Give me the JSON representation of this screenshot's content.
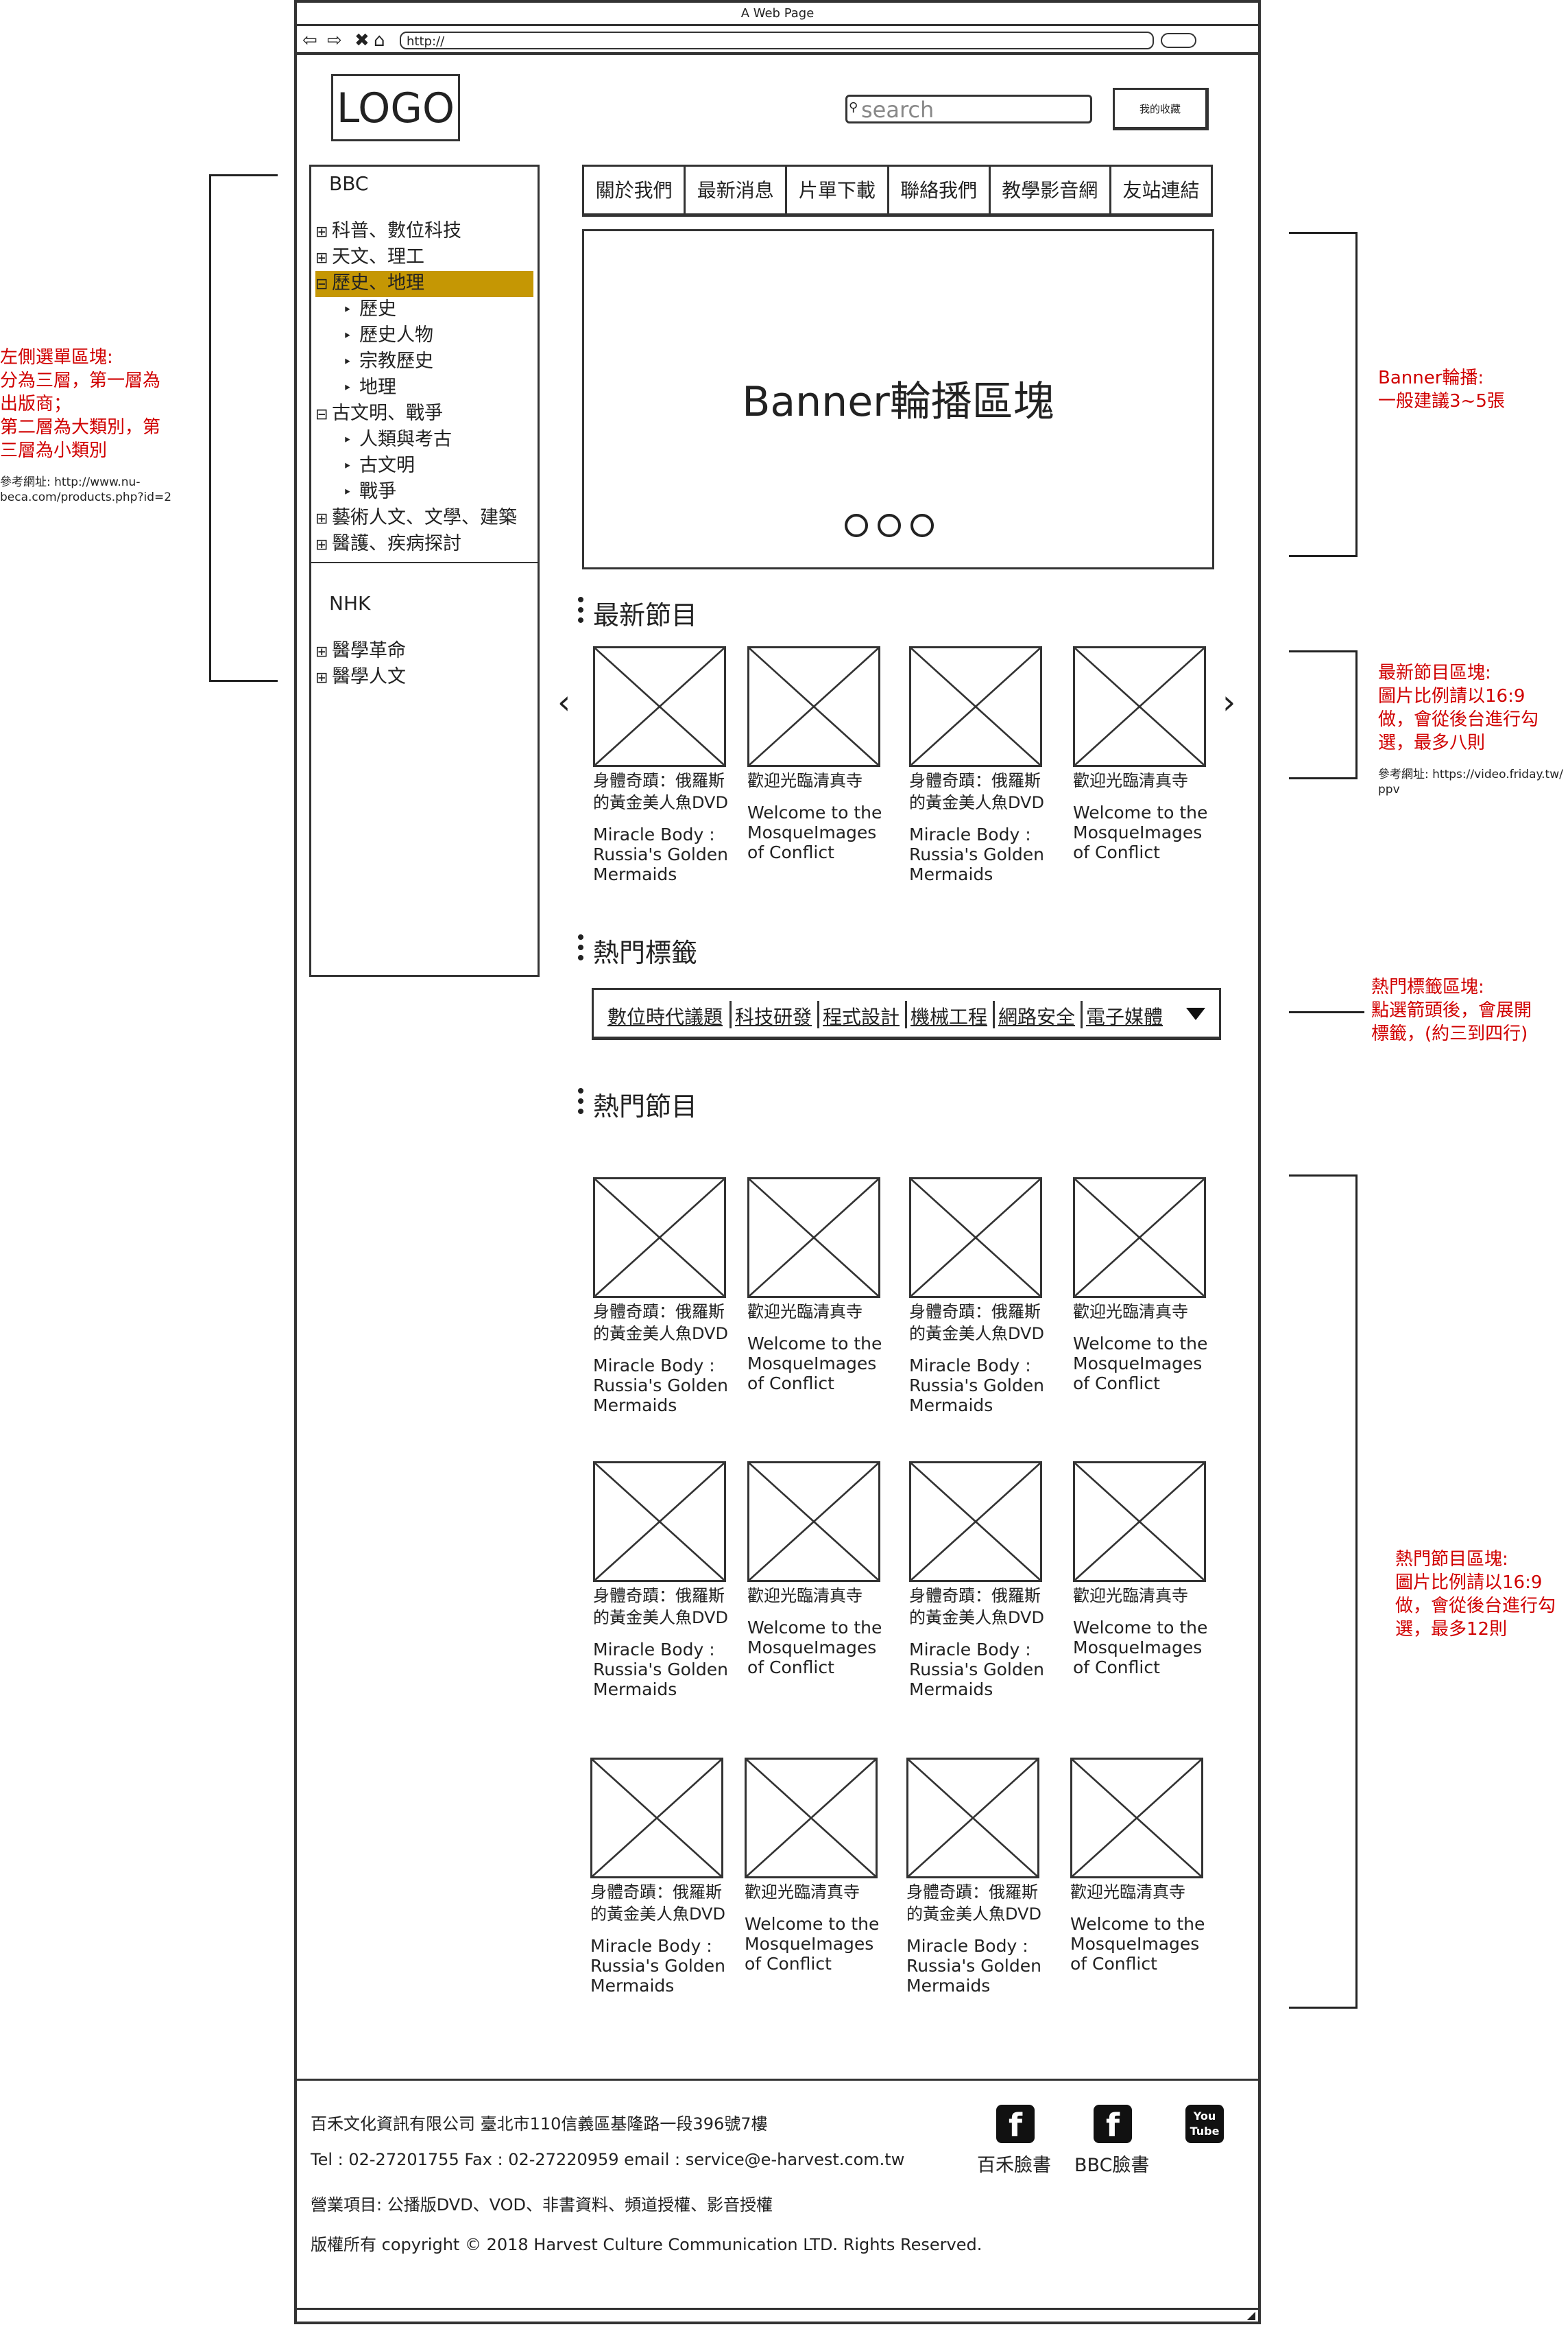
{
  "browser": {
    "title": "A Web Page",
    "url": "http://",
    "nav_icons": [
      "back-arrow-icon",
      "forward-arrow-icon",
      "close-icon",
      "home-icon"
    ]
  },
  "header": {
    "logo": "LOGO",
    "search_placeholder": "search",
    "favorites_label": "我的收藏"
  },
  "sidebar": {
    "groups": [
      {
        "title": "BBC",
        "items": [
          {
            "icon": "⊞",
            "label": "科普、數位科技"
          },
          {
            "icon": "⊞",
            "label": "天文、理工"
          },
          {
            "icon": "⊟",
            "label": "歷史、地理",
            "active": true
          },
          {
            "icon": "‣",
            "label": "歷史",
            "level": 2
          },
          {
            "icon": "‣",
            "label": "歷史人物",
            "level": 2
          },
          {
            "icon": "‣",
            "label": "宗教歷史",
            "level": 2
          },
          {
            "icon": "‣",
            "label": "地理",
            "level": 2
          },
          {
            "icon": "⊟",
            "label": "古文明、戰爭"
          },
          {
            "icon": "‣",
            "label": "人類與考古",
            "level": 2
          },
          {
            "icon": "‣",
            "label": "古文明",
            "level": 2
          },
          {
            "icon": "‣",
            "label": "戰爭",
            "level": 2
          },
          {
            "icon": "⊞",
            "label": "藝術人文、文學、建築"
          },
          {
            "icon": "⊞",
            "label": "醫護、疾病探討"
          }
        ]
      },
      {
        "title": "NHK",
        "items": [
          {
            "icon": "⊞",
            "label": "醫學革命"
          },
          {
            "icon": "⊞",
            "label": "醫學人文"
          }
        ]
      }
    ]
  },
  "nav_tabs": [
    "關於我們",
    "最新消息",
    "片單下載",
    "聯絡我們",
    "教學影音網",
    "友站連結"
  ],
  "banner": {
    "text": "Banner輪播區塊"
  },
  "latest": {
    "title": "最新節目",
    "prev": "‹",
    "next": "›",
    "items": [
      {
        "zh": "身體奇蹟：俄羅斯的黃金美人魚DVD",
        "en": "Miracle Body : Russia's Golden Mermaids"
      },
      {
        "zh": "歡迎光臨清真寺",
        "en": "Welcome to the MosqueImages of Conflict"
      },
      {
        "zh": "身體奇蹟：俄羅斯的黃金美人魚DVD",
        "en": "Miracle Body : Russia's Golden Mermaids"
      },
      {
        "zh": "歡迎光臨清真寺",
        "en": "Welcome to the MosqueImages of Conflict"
      }
    ]
  },
  "hot_tags": {
    "title": "熱門標籤",
    "tags": [
      "數位時代議題",
      "科技研發",
      "程式設計",
      "機械工程",
      "網路安全",
      "電子媒體"
    ]
  },
  "hot_programs": {
    "title": "熱門節目",
    "rows": [
      [
        {
          "zh": "身體奇蹟：俄羅斯的黃金美人魚DVD",
          "en": "Miracle Body : Russia's Golden Mermaids"
        },
        {
          "zh": "歡迎光臨清真寺",
          "en": "Welcome to the MosqueImages of Conflict"
        },
        {
          "zh": "身體奇蹟：俄羅斯的黃金美人魚DVD",
          "en": "Miracle Body : Russia's Golden Mermaids"
        },
        {
          "zh": "歡迎光臨清真寺",
          "en": "Welcome to the MosqueImages of Conflict"
        }
      ],
      [
        {
          "zh": "身體奇蹟：俄羅斯的黃金美人魚DVD",
          "en": "Miracle Body : Russia's Golden Mermaids"
        },
        {
          "zh": "歡迎光臨清真寺",
          "en": "Welcome to the MosqueImages of Conflict"
        },
        {
          "zh": "身體奇蹟：俄羅斯的黃金美人魚DVD",
          "en": "Miracle Body : Russia's Golden Mermaids"
        },
        {
          "zh": "歡迎光臨清真寺",
          "en": "Welcome to the MosqueImages of Conflict"
        }
      ],
      [
        {
          "zh": "身體奇蹟：俄羅斯的黃金美人魚DVD",
          "en": "Miracle Body : Russia's Golden Mermaids"
        },
        {
          "zh": "歡迎光臨清真寺",
          "en": "Welcome to the MosqueImages of Conflict"
        },
        {
          "zh": "身體奇蹟：俄羅斯的黃金美人魚DVD",
          "en": "Miracle Body : Russia's Golden Mermaids"
        },
        {
          "zh": "歡迎光臨清真寺",
          "en": "Welcome to the MosqueImages of Conflict"
        }
      ]
    ]
  },
  "footer": {
    "company": "百禾文化資訊有限公司 臺北市110信義區基隆路一段396號7樓",
    "contact": "Tel : 02-27201755  Fax : 02-27220959  email : service@e-harvest.com.tw",
    "business": "營業項目: 公播版DVD、VOD、非書資料、頻道授權、影音授權",
    "copyright": "版權所有 copyright © 2018 Harvest Culture Communication LTD. Rights Reserved.",
    "social": [
      {
        "icon": "facebook-icon",
        "glyph": "f",
        "label": "百禾臉書"
      },
      {
        "icon": "facebook-icon",
        "glyph": "f",
        "label": "BBC臉書"
      },
      {
        "icon": "youtube-icon",
        "glyph": "You Tube",
        "label": ""
      }
    ]
  },
  "annotations": {
    "sidebar": {
      "lines": [
        "左側選單區塊:",
        "分為三層，第一層為",
        "出版商；",
        "第二層為大類別，第",
        "三層為小類別"
      ],
      "ref": [
        "參考網址: http://www.nu-",
        "beca.com/products.php?id=2"
      ]
    },
    "banner": {
      "lines": [
        "Banner輪播:",
        "一般建議3~5張"
      ]
    },
    "latest": {
      "lines": [
        "最新節目區塊:",
        "圖片比例請以16:9",
        "做，會從後台進行勾",
        "選，最多八則"
      ],
      "ref": [
        "參考網址: https://video.friday.tw/",
        "ppv"
      ]
    },
    "tags": {
      "lines": [
        "熱門標籤區塊:",
        "點選箭頭後，會展開",
        "標籤，(約三到四行)"
      ]
    },
    "hot": {
      "lines": [
        "熱門節目區塊:",
        "圖片比例請以16:9",
        "做，會從後台進行勾",
        "選，最多12則"
      ]
    }
  }
}
